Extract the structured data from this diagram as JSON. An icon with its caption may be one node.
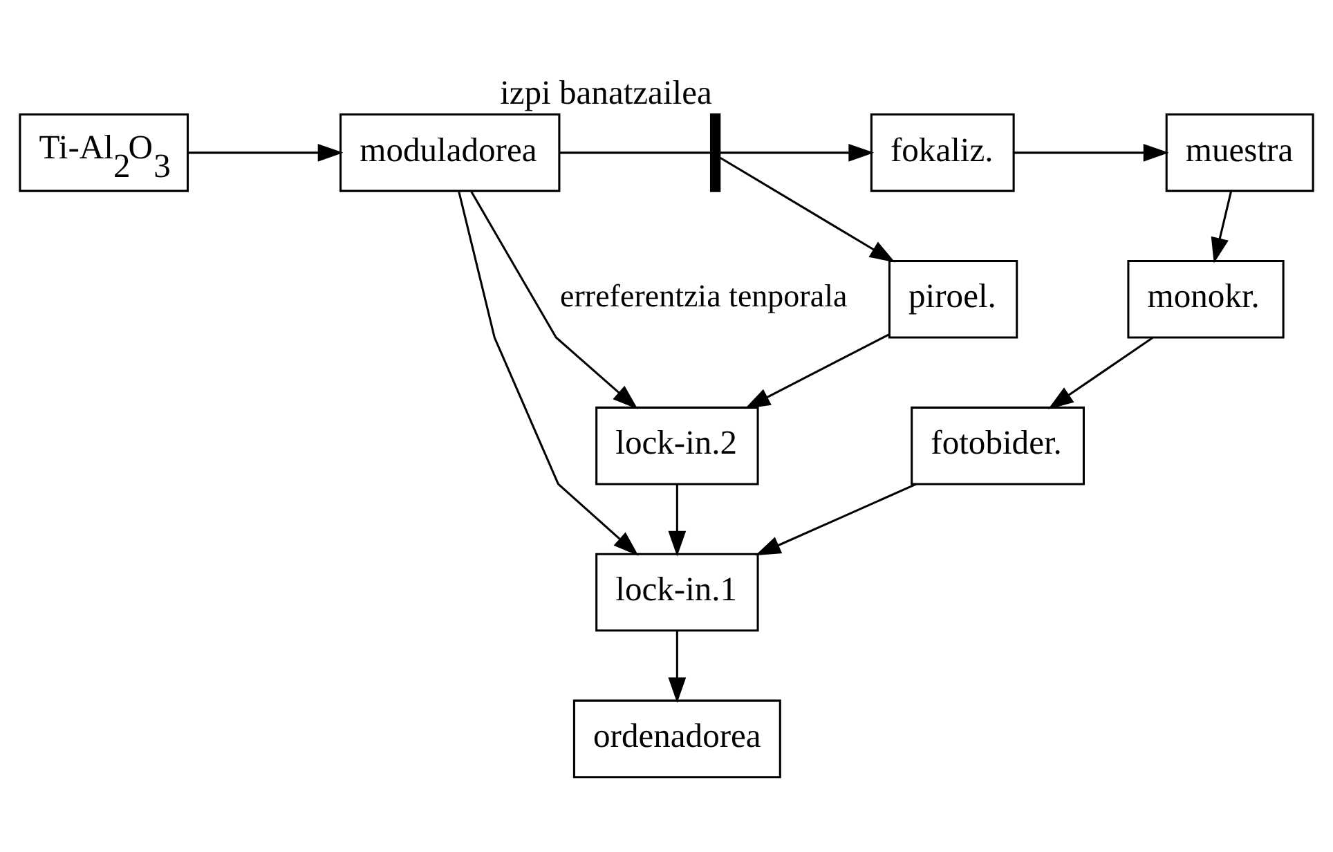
{
  "diagram": {
    "nodes": [
      {
        "text": [
          "Ti-Al$_{2}$O$_{3}$"
        ]
      },
      {
        "text": [
          "moduladorea"
        ]
      },
      {
        "text": [],
        "shape": "bar",
        "beside": [
          "izpi banatzailea"
        ]
      },
      {
        "text": [
          "fokaliz."
        ]
      },
      {
        "text": [
          "muestra"
        ]
      },
      {
        "text": [
          "monokr."
        ]
      },
      {
        "text": [
          "fotobider."
        ]
      },
      {
        "text": [
          "piroel."
        ]
      },
      {
        "text": [
          "lock-in.2"
        ]
      },
      {
        "text": [
          "lock-in.1"
        ]
      },
      {
        "text": [
          "ordenadorea"
        ]
      }
    ],
    "edges": [
      {
        "from": 0,
        "to": 1,
        "arrow": "to"
      },
      {
        "from": 1,
        "to": 2,
        "arrow": "none"
      },
      {
        "from": 2,
        "to": 3,
        "arrow": "to"
      },
      {
        "from": 3,
        "to": 4,
        "arrow": "to"
      },
      {
        "from": 4,
        "to": 5,
        "arrow": "to"
      },
      {
        "from": 5,
        "to": 6,
        "arrow": "to"
      },
      {
        "from": 6,
        "to": 9,
        "arrow": "to"
      },
      {
        "from": 9,
        "to": 10,
        "arrow": "to"
      },
      {
        "from": 2,
        "to": 7,
        "arrow": "to"
      },
      {
        "from": 7,
        "to": 8,
        "arrow": "to"
      },
      {
        "from": 8,
        "to": 9,
        "arrow": "to"
      },
      {
        "from": 1,
        "to": 8,
        "arrow": "to",
        "label": "erreferentzia tenporala"
      },
      {
        "from": 1,
        "to": 9,
        "arrow": "to"
      }
    ]
  }
}
